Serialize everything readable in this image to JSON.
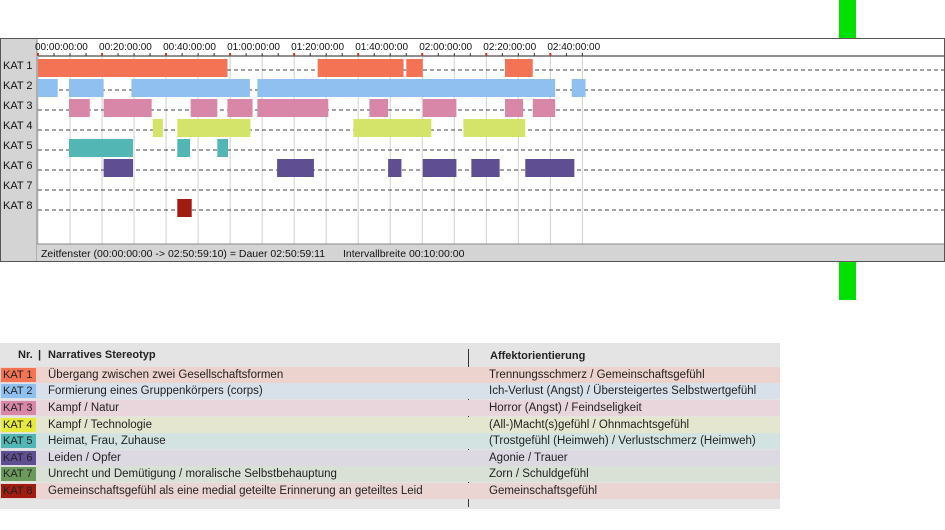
{
  "timeline": {
    "total_seconds": 10259,
    "time_labels": [
      "00:00:00:00",
      "00:20:00:00",
      "00:40:00:00",
      "01:00:00:00",
      "01:20:00:00",
      "01:40:00:00",
      "02:00:00:00",
      "02:20:00:00",
      "02:40:00:00"
    ],
    "footer": {
      "window_text": "Zeitfenster (00:00:00:00 -> 02:50:59:10) = Dauer 02:50:59:11",
      "interval_text": "Intervallbreite 00:10:00:00"
    },
    "rows": [
      {
        "label": "KAT 1",
        "color": "#f47355",
        "segments": [
          [
            0,
            3550
          ],
          [
            5240,
            6850
          ],
          [
            6900,
            7210
          ],
          [
            8750,
            9270
          ]
        ]
      },
      {
        "label": "KAT 2",
        "color": "#8fc0f0",
        "segments": [
          [
            0,
            370
          ],
          [
            580,
            1230
          ],
          [
            1750,
            3970
          ],
          [
            4110,
            9690
          ],
          [
            10000,
            10259
          ]
        ]
      },
      {
        "label": "KAT 3",
        "color": "#d987a8",
        "segments": [
          [
            580,
            970
          ],
          [
            1230,
            2130
          ],
          [
            2860,
            3360
          ],
          [
            3550,
            4020
          ],
          [
            4110,
            5440
          ],
          [
            6210,
            6560
          ],
          [
            7210,
            7840
          ],
          [
            8750,
            9090
          ],
          [
            9270,
            9690
          ]
        ]
      },
      {
        "label": "KAT 4",
        "color": "#d4e36a",
        "segments": [
          [
            2150,
            2340
          ],
          [
            2610,
            3980
          ],
          [
            5910,
            7370
          ],
          [
            7970,
            9130
          ]
        ]
      },
      {
        "label": "KAT 5",
        "color": "#52b7b4",
        "segments": [
          [
            580,
            1780
          ],
          [
            2610,
            2850
          ],
          [
            3360,
            3560
          ]
        ]
      },
      {
        "label": "KAT 6",
        "color": "#5f4e92",
        "segments": [
          [
            1230,
            1780
          ],
          [
            4480,
            5170
          ],
          [
            6560,
            6810
          ],
          [
            7210,
            7840
          ],
          [
            8120,
            8650
          ],
          [
            9130,
            10050
          ]
        ]
      },
      {
        "label": "KAT 7",
        "color": "#6b9a5c",
        "segments": []
      },
      {
        "label": "KAT 8",
        "color": "#a01c10",
        "segments": [
          [
            2610,
            2880
          ]
        ]
      }
    ]
  },
  "legend": {
    "headers": {
      "nr": "Nr.",
      "stereotype": "Narratives Stereotyp",
      "affect": "Affektorientierung"
    },
    "items": [
      {
        "tag": "KAT 1",
        "tag_color": "#f47355",
        "row_bg": "#ecd3cd",
        "stereotype": "Übergang zwischen zwei Gesellschaftsformen",
        "affect": "Trennungsschmerz / Gemeinschaftsgefühl"
      },
      {
        "tag": "KAT 2",
        "tag_color": "#8fc0f0",
        "row_bg": "#d8e1ea",
        "stereotype": "Formierung eines Gruppenkörpers (corps)",
        "affect": "Ich-Verlust (Angst) / Übersteigertes Selbstwertgefühl"
      },
      {
        "tag": "KAT 3",
        "tag_color": "#d987a8",
        "row_bg": "#e9d6dd",
        "stereotype": "Kampf / Natur",
        "affect": "Horror (Angst) / Feindseligkeit"
      },
      {
        "tag": "KAT 4",
        "tag_color": "#e5ea3b",
        "row_bg": "#e4e6cf",
        "stereotype": "Kampf / Technologie",
        "affect": "(All-)Macht(s)gefühl / Ohnmachtsgefühl"
      },
      {
        "tag": "KAT 5",
        "tag_color": "#52b7b4",
        "row_bg": "#d3e3e1",
        "stereotype": "Heimat, Frau, Zuhause",
        "affect": "(Trostgefühl (Heimweh) / Verlustschmerz (Heimweh)"
      },
      {
        "tag": "KAT 6",
        "tag_color": "#5f4e92",
        "row_bg": "#dcd9e3",
        "stereotype": "Leiden / Opfer",
        "affect": "Agonie / Trauer"
      },
      {
        "tag": "KAT 7",
        "tag_color": "#6b9a5c",
        "row_bg": "#d9e0d6",
        "stereotype": "Unrecht und Demütigung / moralische Selbstbehauptung",
        "affect": "Zorn / Schuldgefühl"
      },
      {
        "tag": "KAT 8",
        "tag_color": "#a01c10",
        "row_bg": "#ead5d3",
        "stereotype": "Gemeinschaftsgefühl als eine medial geteilte Erinnerung an geteiltes Leid",
        "affect": "Gemeinschaftsgefühl"
      }
    ]
  }
}
